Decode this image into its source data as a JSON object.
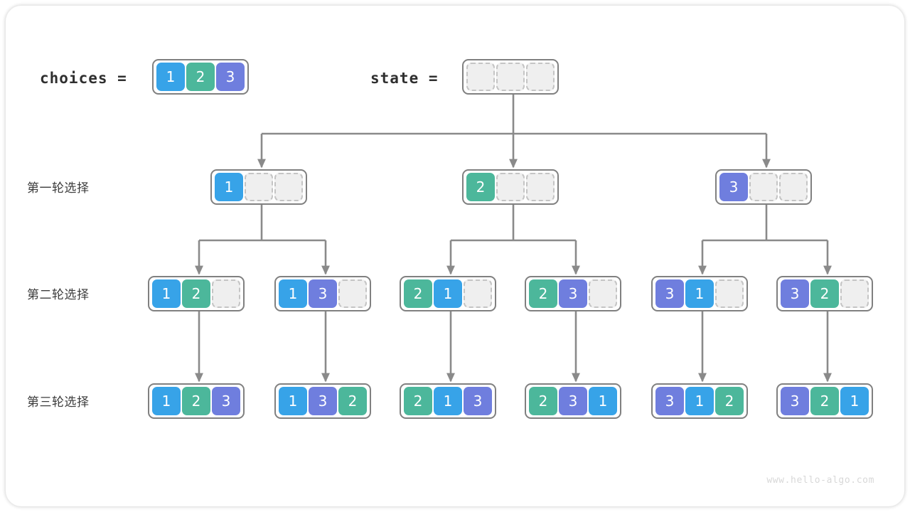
{
  "meta": {
    "watermark": "www.hello-algo.com",
    "colors": {
      "value_1": "#37a3e8",
      "value_2": "#4cb79b",
      "value_3": "#6f7ede",
      "empty_fill": "#efefef",
      "empty_border": "#c4c4c4",
      "array_border": "#808080",
      "wire": "#8a8a8a",
      "label_text": "#3c3c3c"
    }
  },
  "header": {
    "choices_label": "choices =",
    "choices_values": [
      "1",
      "2",
      "3"
    ],
    "state_label": "state =",
    "state_values": [
      "",
      "",
      ""
    ]
  },
  "rows": [
    {
      "label": "第一轮选择"
    },
    {
      "label": "第二轮选择"
    },
    {
      "label": "第三轮选择"
    }
  ],
  "tree": {
    "root": {
      "values": [
        "",
        "",
        ""
      ]
    },
    "level1": [
      {
        "values": [
          "1",
          "",
          ""
        ]
      },
      {
        "values": [
          "2",
          "",
          ""
        ]
      },
      {
        "values": [
          "3",
          "",
          ""
        ]
      }
    ],
    "level2": [
      {
        "values": [
          "1",
          "2",
          ""
        ]
      },
      {
        "values": [
          "1",
          "3",
          ""
        ]
      },
      {
        "values": [
          "2",
          "1",
          ""
        ]
      },
      {
        "values": [
          "2",
          "3",
          ""
        ]
      },
      {
        "values": [
          "3",
          "1",
          ""
        ]
      },
      {
        "values": [
          "3",
          "2",
          ""
        ]
      }
    ],
    "level3": [
      {
        "values": [
          "1",
          "2",
          "3"
        ]
      },
      {
        "values": [
          "1",
          "3",
          "2"
        ]
      },
      {
        "values": [
          "2",
          "1",
          "3"
        ]
      },
      {
        "values": [
          "2",
          "3",
          "1"
        ]
      },
      {
        "values": [
          "3",
          "1",
          "2"
        ]
      },
      {
        "values": [
          "3",
          "2",
          "1"
        ]
      }
    ]
  }
}
